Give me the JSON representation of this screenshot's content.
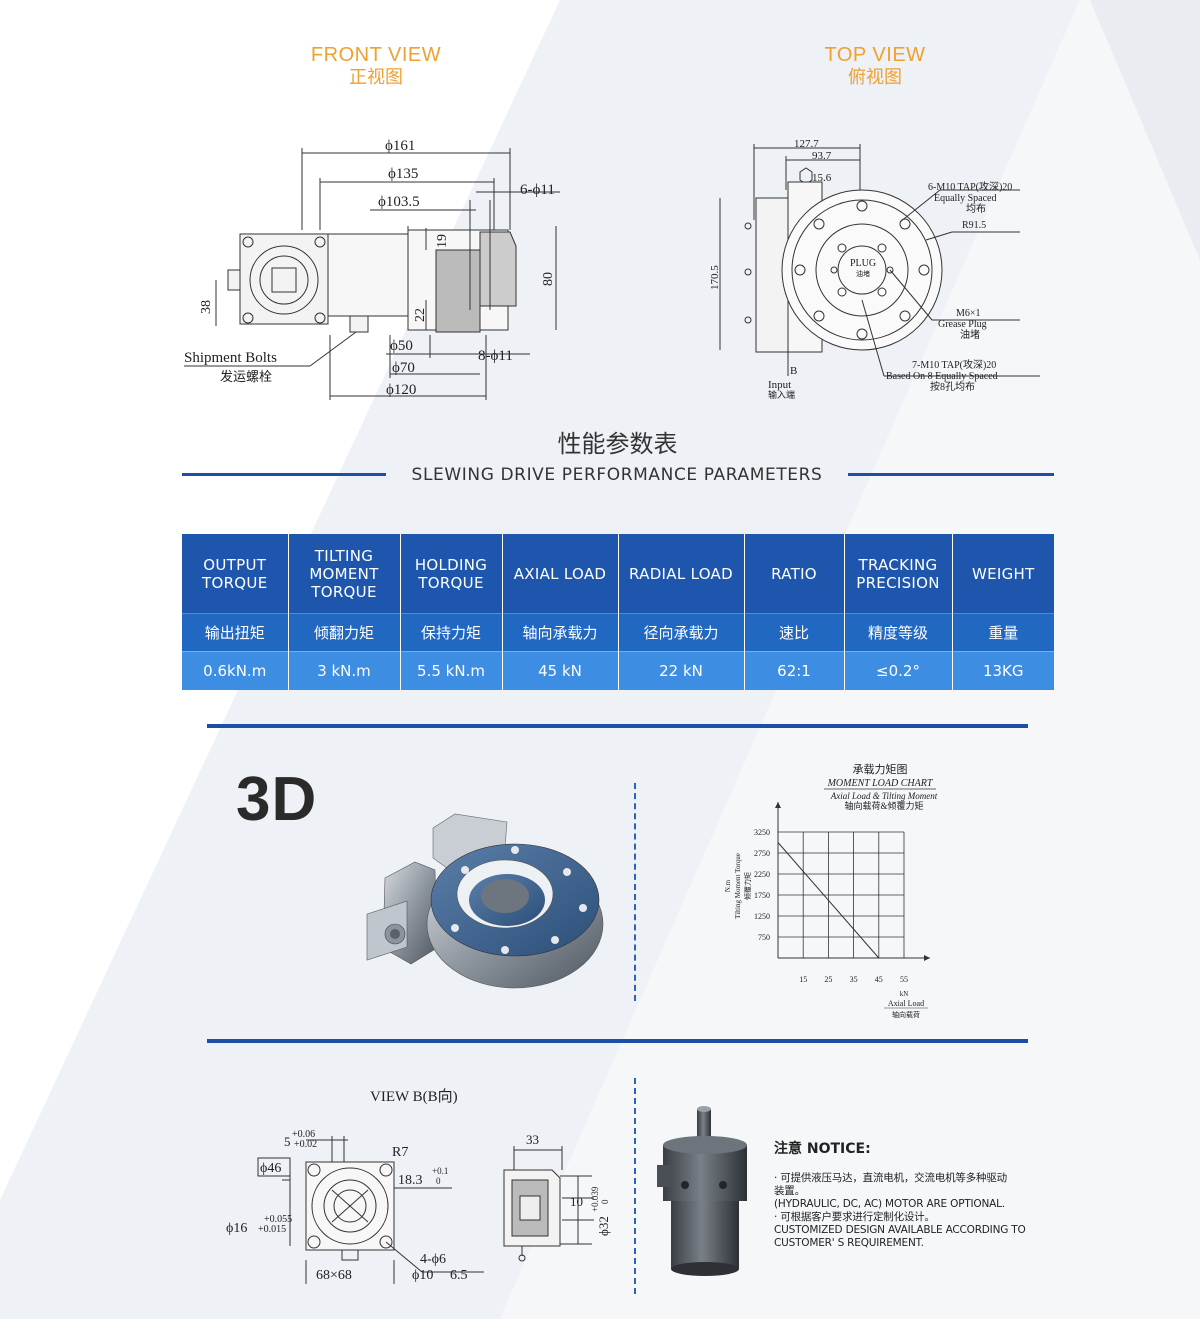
{
  "front_view": {
    "title_en": "FRONT VIEW",
    "title_zh": "正视图",
    "dims": {
      "d161": "ϕ161",
      "d135": "ϕ135",
      "d1035": "ϕ103.5",
      "holes6": "6-ϕ11",
      "h19": "19",
      "h80": "80",
      "h38": "38",
      "h22": "22",
      "d50": "ϕ50",
      "holes8": "8-ϕ11",
      "d70": "ϕ70",
      "d120": "ϕ120"
    },
    "shipment_en": "Shipment Bolts",
    "shipment_zh": "发运螺栓"
  },
  "top_view": {
    "title_en": "TOP VIEW",
    "title_zh": "俯视图",
    "dims": {
      "d1277": "127.7",
      "d937": "93.7",
      "hex": "15.6",
      "d1705": "170.5",
      "b": "B",
      "input_en": "Input",
      "input_zh": "输入端",
      "plug": "PLUG",
      "plug_zh": "油堵"
    },
    "notes": {
      "m10_a": "6-M10 TAP(攻深)20",
      "m10_b": "Equally Spaced",
      "m10_c": "均布",
      "r915": "R91.5",
      "m6_a": "M6×1",
      "m6_b": "Grease Plug",
      "m6_c": "油堵",
      "m10b_a": "7-M10 TAP(攻深)20",
      "m10b_b": "Based On 8 Equally Spaced",
      "m10b_c": "按8孔均布"
    }
  },
  "perf": {
    "title_zh": "性能参数表",
    "title_en": "SLEWING DRIVE PERFORMANCE PARAMETERS",
    "headers_en": [
      [
        "OUTPUT",
        "TORQUE"
      ],
      [
        "TILTING",
        "MOMENT",
        "TORQUE"
      ],
      [
        "HOLDING",
        "TORQUE"
      ],
      [
        "AXIAL LOAD"
      ],
      [
        "RADIAL LOAD"
      ],
      [
        "RATIO"
      ],
      [
        "TRACKING",
        "PRECISION"
      ],
      [
        "WEIGHT"
      ]
    ],
    "headers_zh": [
      "输出扭矩",
      "倾翻力矩",
      "保持力矩",
      "轴向承载力",
      "径向承载力",
      "速比",
      "精度等级",
      "重量"
    ],
    "values": [
      "0.6kN.m",
      "3 kN.m",
      "5.5 kN.m",
      "45 kN",
      "22 kN",
      "62:1",
      "≤0.2°",
      "13KG"
    ]
  },
  "label_3d": "3D",
  "chart_data": {
    "type": "line",
    "title": "承载力矩图",
    "subtitle": "MOMENT LOAD CHART",
    "subtitle2": "Axial Load & Tilting Moment",
    "subtitle3": "轴向载荷&倾覆力矩",
    "ylabel_unit": "N.m",
    "ylabel_en": "Tilting Moment Torque",
    "ylabel_zh": "倾覆力矩",
    "xlabel_unit": "kN",
    "xlabel_en": "Axial Load",
    "xlabel_zh": "轴向载荷",
    "x_ticks": [
      15,
      25,
      35,
      45,
      55
    ],
    "y_ticks": [
      750,
      1250,
      1750,
      2250,
      2750,
      3250
    ],
    "xlim": [
      5,
      55
    ],
    "ylim": [
      250,
      3250
    ],
    "grid": true,
    "series": [
      {
        "x": [
          5,
          45
        ],
        "y": [
          3000,
          250
        ]
      }
    ]
  },
  "view_b": {
    "title": "VIEW B(B向)",
    "dims": {
      "tol1": "+0.06",
      "tol1b": "+0.02",
      "five": "5",
      "r7": "R7",
      "d46": "ϕ46",
      "d183": "18.3",
      "tol2": "+0.1",
      "tol2b": "0",
      "d16": "ϕ16",
      "tol3": "+0.055",
      "tol3b": "+0.015",
      "holes4": "4-ϕ6",
      "sq": "68×68",
      "cb": "ϕ10",
      "cbd": "6.5",
      "d33": "33",
      "d10": "10",
      "d32": "ϕ32",
      "tol4": "+0.039",
      "tol4b": "0"
    }
  },
  "notice": {
    "title": "注意 NOTICE:",
    "lines": [
      "· 可提供液压马达，直流电机，交流电机等多种驱动",
      "装置。",
      "(HYDRAULIC, DC, AC) MOTOR ARE OPTIONAL.",
      "· 可根据客户要求进行定制化设计。",
      "CUSTOMIZED DESIGN AVAILABLE ACCORDING TO",
      "CUSTOMER' S REQUIREMENT."
    ]
  }
}
